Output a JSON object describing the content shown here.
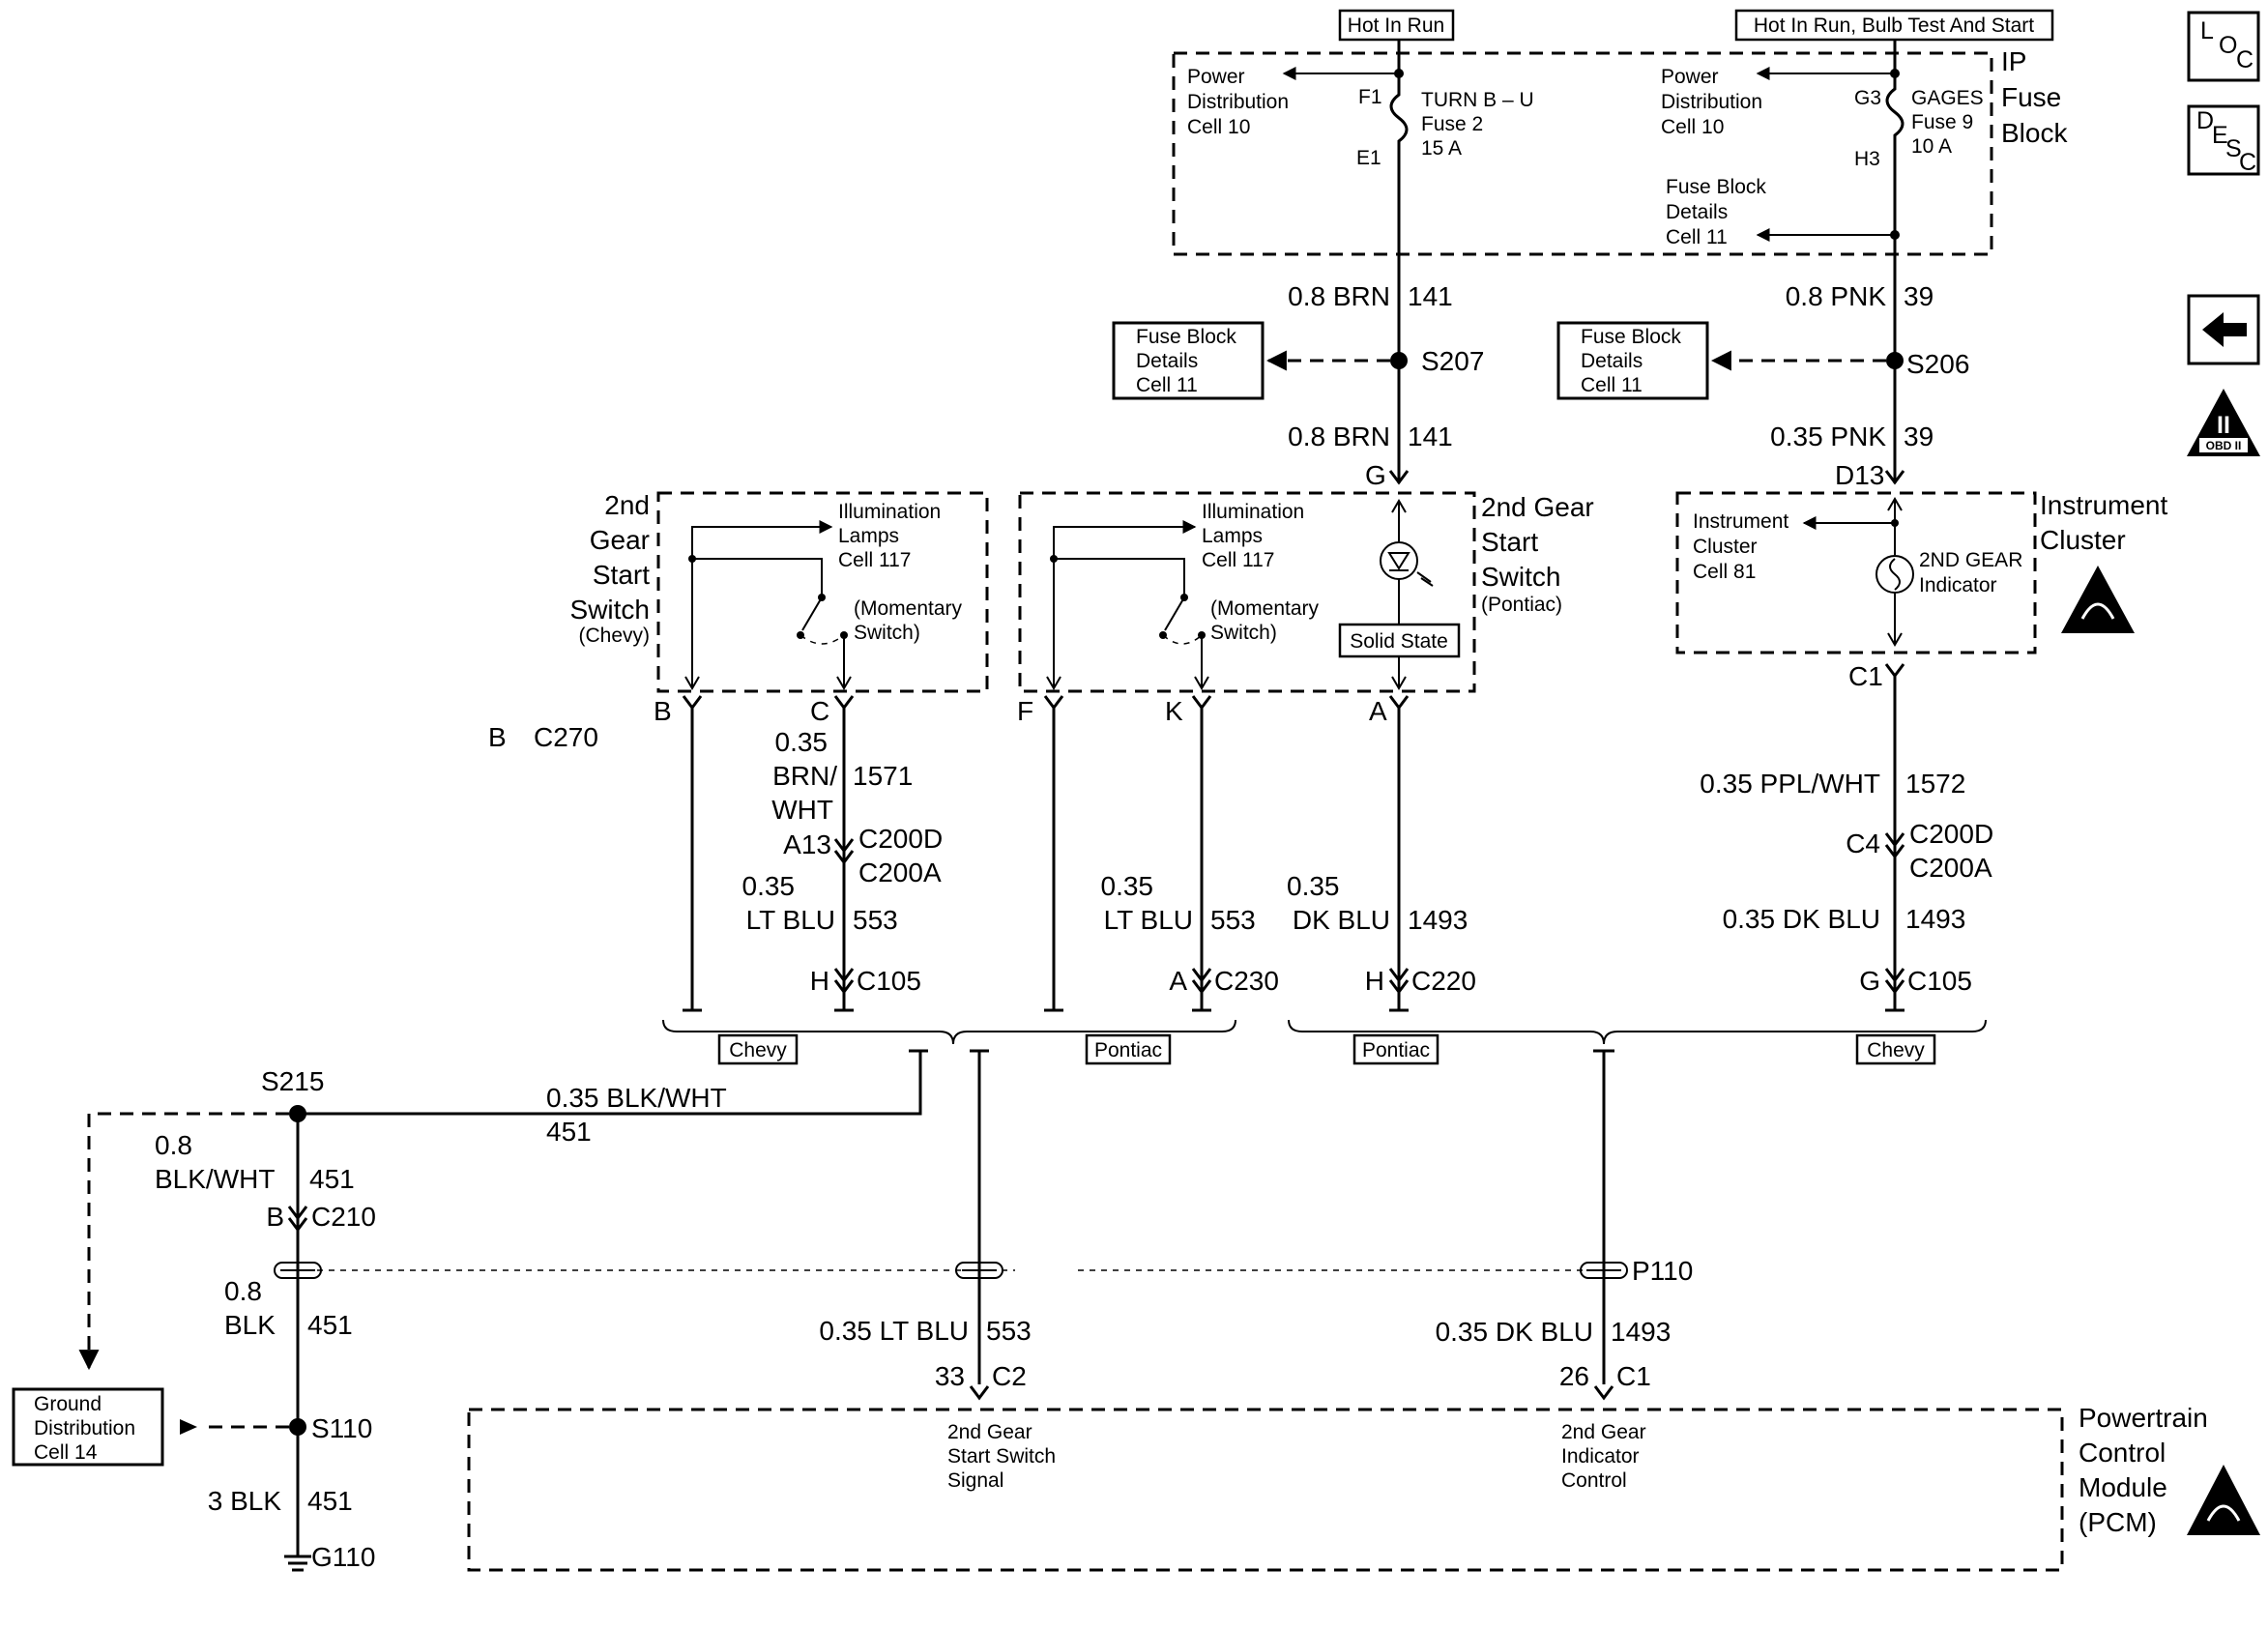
{
  "power": {
    "hot_in_run": "Hot In Run",
    "hot_in_run_bulb": "Hot In Run, Bulb Test And Start"
  },
  "ip_fuse_block": {
    "title": [
      "IP",
      "Fuse",
      "Block"
    ],
    "left_power_ref": [
      "Power",
      "Distribution",
      "Cell 10"
    ],
    "right_power_ref": [
      "Power",
      "Distribution",
      "Cell 10"
    ],
    "fuse_left": {
      "in": "F1",
      "out": "E1",
      "lines": [
        "TURN B – U",
        "Fuse 2",
        "15 A"
      ]
    },
    "fuse_right": {
      "in": "G3",
      "out": "H3",
      "lines": [
        "GAGES",
        "Fuse 9",
        "10 A"
      ]
    },
    "details_ref": [
      "Fuse Block",
      "Details",
      "Cell 11"
    ]
  },
  "wires": {
    "brn_top": {
      "gauge_color": "0.8 BRN",
      "circuit": "141"
    },
    "pnk_top": {
      "gauge_color": "0.8 PNK",
      "circuit": "39"
    },
    "brn_bottom": {
      "gauge_color": "0.8 BRN",
      "circuit": "141"
    },
    "pnk_bottom": {
      "gauge_color": "0.35 PNK",
      "circuit": "39"
    },
    "brn_wht": {
      "lines": [
        "0.35",
        "BRN/",
        "WHT"
      ],
      "circuit": "1571"
    },
    "lt_blu_chevy": {
      "lines": [
        "0.35",
        "LT BLU"
      ],
      "circuit": "553"
    },
    "lt_blu_pontiac": {
      "lines": [
        "0.35",
        "LT BLU"
      ],
      "circuit": "553"
    },
    "dk_blu_pontiac": {
      "lines": [
        "0.35",
        "DK BLU"
      ],
      "circuit": "1493"
    },
    "ppl_wht": {
      "gauge_color": "0.35 PPL/WHT",
      "circuit": "1572"
    },
    "dk_blu_chevy": {
      "gauge_color": "0.35 DK BLU",
      "circuit": "1493"
    },
    "blk_wht_main": {
      "gauge_color": "0.35 BLK/WHT",
      "circuit": "451"
    },
    "blk_wht_vert": {
      "lines": [
        "0.8",
        "BLK/WHT"
      ],
      "circuit": "451"
    },
    "blk": {
      "lines": [
        "0.8",
        "BLK"
      ],
      "circuit": "451"
    },
    "blk_3": {
      "gauge_color": "3 BLK",
      "circuit": "451"
    },
    "lt_blu_pcm": {
      "gauge_color": "0.35 LT BLU",
      "circuit": "553"
    },
    "dk_blu_pcm": {
      "gauge_color": "0.35 DK BLU",
      "circuit": "1493"
    }
  },
  "splices": {
    "s207": "S207",
    "s206": "S206",
    "s215": "S215",
    "s110": "S110",
    "g110": "G110",
    "p110": "P110"
  },
  "details_boxes": {
    "left": [
      "Fuse Block",
      "Details",
      "Cell 11"
    ],
    "right": [
      "Fuse Block",
      "Details",
      "Cell 11"
    ],
    "ground": [
      "Ground",
      "Distribution",
      "Cell 14"
    ]
  },
  "chevy_switch": {
    "title": [
      "2nd",
      "Gear",
      "Start",
      "Switch"
    ],
    "sub": "(Chevy)",
    "illum": [
      "Illumination",
      "Lamps",
      "Cell 117"
    ],
    "momentary": [
      "(Momentary",
      "Switch)"
    ],
    "pins": {
      "b": "B",
      "c": "C"
    }
  },
  "pontiac_switch": {
    "title": [
      "2nd Gear",
      "Start",
      "Switch"
    ],
    "sub": "(Pontiac)",
    "illum": [
      "Illumination",
      "Lamps",
      "Cell 117"
    ],
    "momentary": [
      "(Momentary",
      "Switch)"
    ],
    "solid_state": "Solid State",
    "pins": {
      "g": "G",
      "f": "F",
      "k": "K",
      "a": "A"
    }
  },
  "instrument_cluster": {
    "title": [
      "Instrument",
      "Cluster"
    ],
    "ref": [
      "Instrument",
      "Cluster",
      "Cell 81"
    ],
    "indicator": [
      "2ND GEAR",
      "Indicator"
    ],
    "pins": {
      "d13": "D13",
      "c1": "C1"
    }
  },
  "connectors": {
    "c270_pin": "B",
    "c270": "C270",
    "a13": "A13",
    "c200d_left": "C200D",
    "c200a_left": "C200A",
    "c4": "C4",
    "c200d_right": "C200D",
    "c200a_right": "C200A",
    "c105_left_pin": "H",
    "c105_left": "C105",
    "c230_pin": "A",
    "c230": "C230",
    "c220_pin": "H",
    "c220": "C220",
    "c105_right_pin": "G",
    "c105_right": "C105",
    "c210_pin": "B",
    "c210": "C210",
    "c2_pin": "33",
    "c2": "C2",
    "c1_pin": "26",
    "c1": "C1"
  },
  "brand_tags": {
    "chevy_left": "Chevy",
    "pontiac_left": "Pontiac",
    "pontiac_right": "Pontiac",
    "chevy_right": "Chevy"
  },
  "pcm": {
    "title": [
      "Powertrain",
      "Control",
      "Module",
      "(PCM)"
    ],
    "signal": [
      "2nd Gear",
      "Start Switch",
      "Signal"
    ],
    "control": [
      "2nd Gear",
      "Indicator",
      "Control"
    ]
  },
  "side_icons": {
    "loc": [
      "L",
      "O",
      "C"
    ],
    "desc": [
      "D",
      "E",
      "S",
      "C"
    ],
    "obd": [
      "II",
      "OBD II"
    ]
  }
}
